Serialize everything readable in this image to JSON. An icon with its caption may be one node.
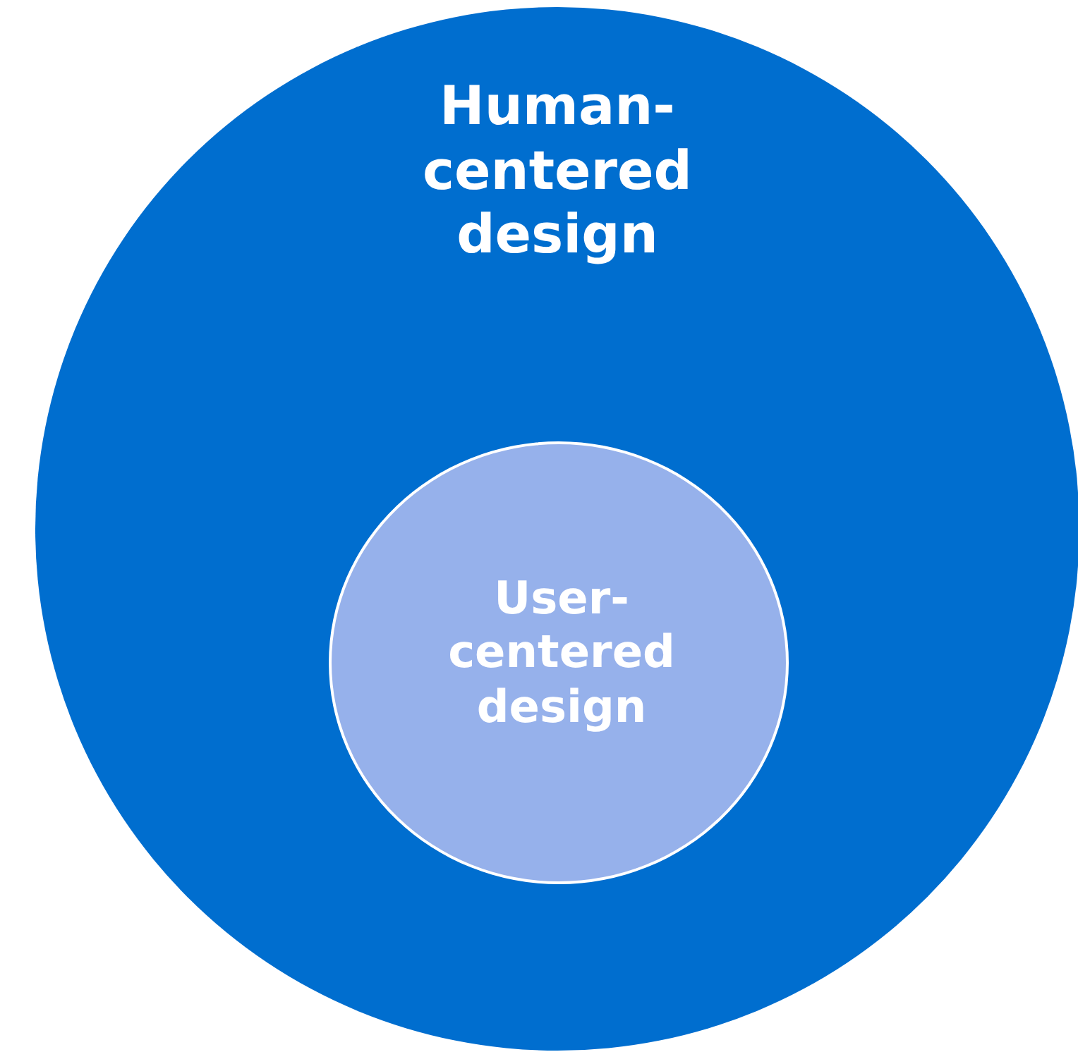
{
  "diagram": {
    "nodes": [
      {
        "text": [
          "Human-centered design"
        ]
      },
      {
        "text": [
          "User-centered design"
        ],
        "in": 0
      }
    ]
  }
}
